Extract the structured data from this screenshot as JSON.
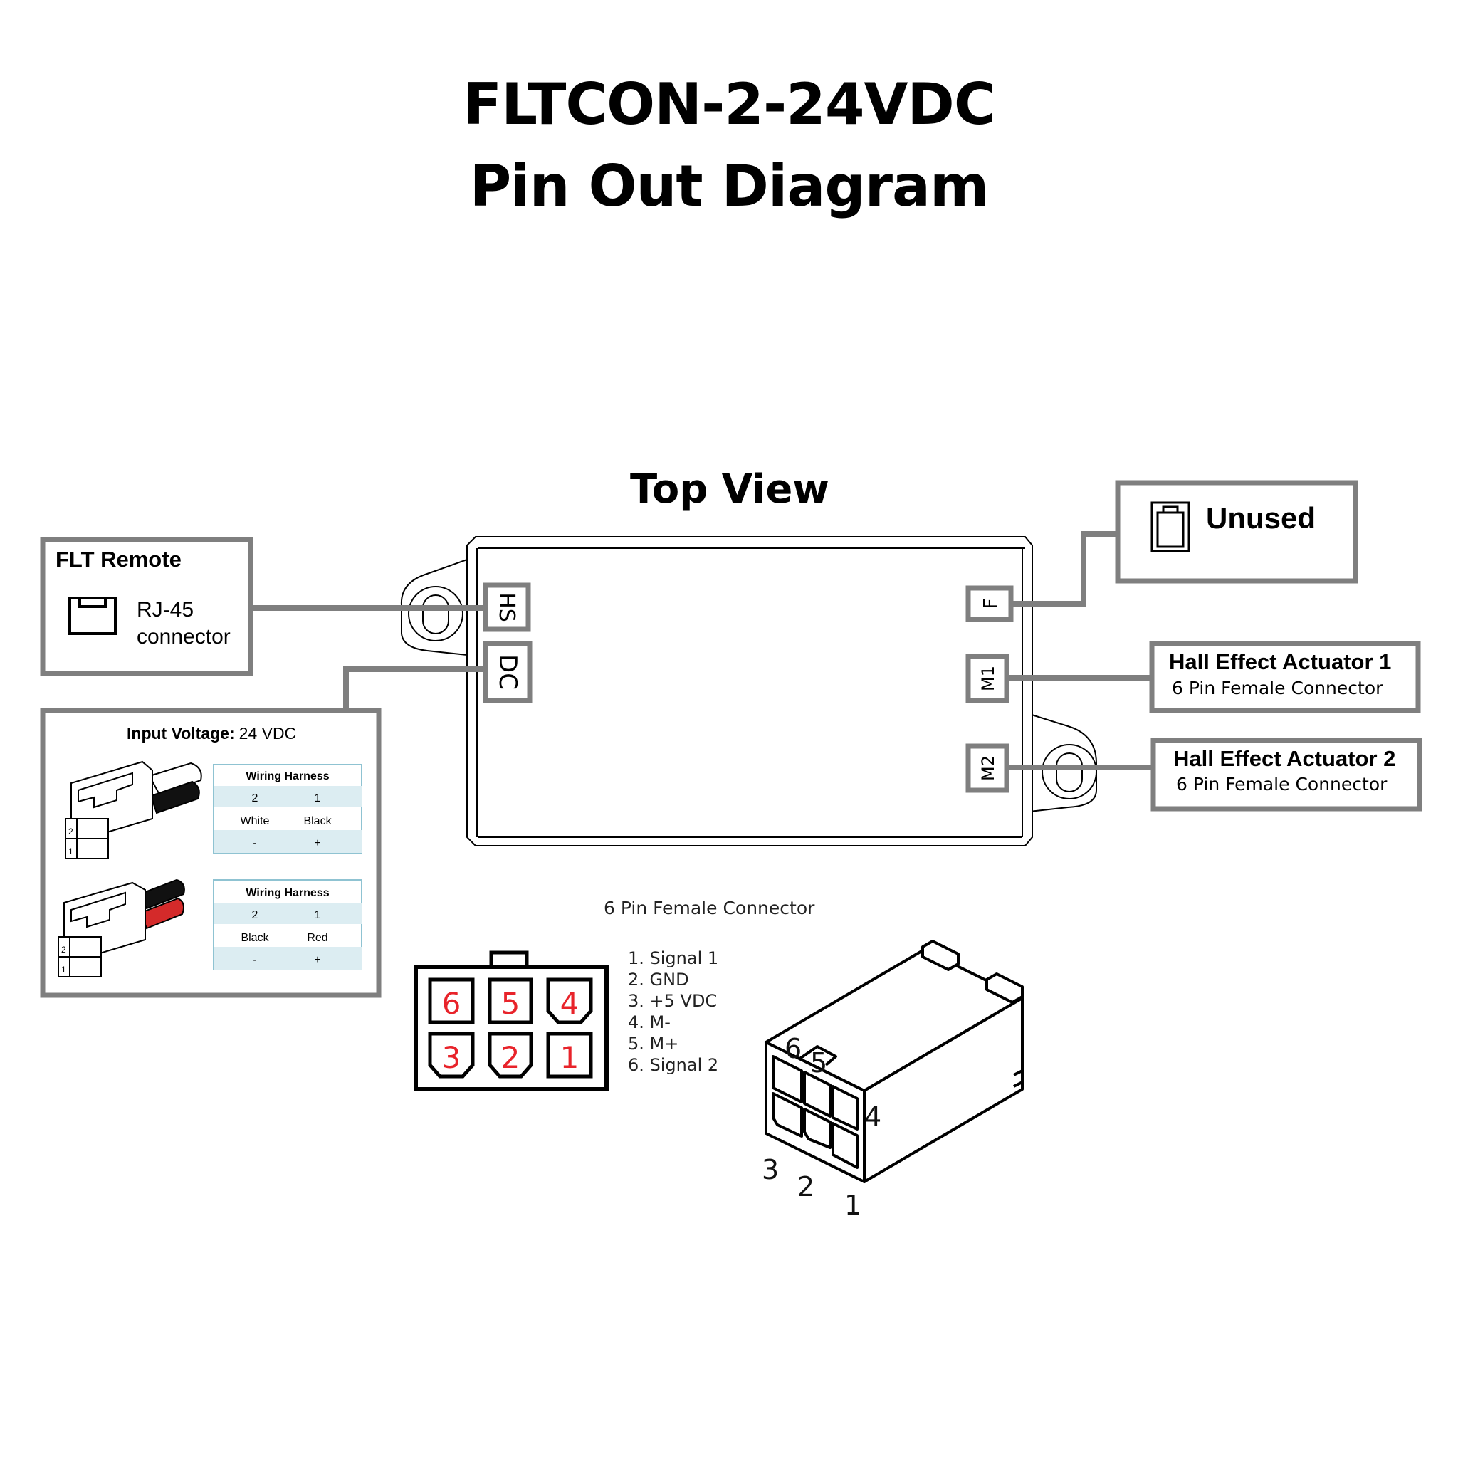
{
  "title_line1": "FLTCON-2-24VDC",
  "title_line2": "Pin Out Diagram",
  "top_view": "Top View",
  "ports": {
    "hs": "HS",
    "dc": "DC",
    "f": "F",
    "m1": "M1",
    "m2": "M2"
  },
  "flt_remote": {
    "title": "FLT Remote",
    "line1": "RJ-45",
    "line2": "connector"
  },
  "unused": "Unused",
  "actuator1": {
    "title": "Hall Effect Actuator 1",
    "subtitle": "6 Pin Female Connector"
  },
  "actuator2": {
    "title": "Hall Effect Actuator 2",
    "subtitle": "6 Pin Female Connector"
  },
  "input_voltage": {
    "label": "Input Voltage:",
    "value": "24 VDC"
  },
  "harness1": {
    "title": "Wiring Harness",
    "pins": [
      "2",
      "1"
    ],
    "colors": [
      "White",
      "Black"
    ],
    "polarity": [
      "-",
      "+"
    ],
    "connector_pins": [
      "2",
      "1"
    ]
  },
  "harness2": {
    "title": "Wiring Harness",
    "pins": [
      "2",
      "1"
    ],
    "colors": [
      "Black",
      "Red"
    ],
    "polarity": [
      "-",
      "+"
    ],
    "connector_pins": [
      "2",
      "1"
    ]
  },
  "pin_connector": {
    "title": "6 Pin Female Connector",
    "face_top": [
      "6",
      "5",
      "4"
    ],
    "face_bottom": [
      "3",
      "2",
      "1"
    ],
    "legend": [
      "1. Signal 1",
      "2. GND",
      "3. +5 VDC",
      "4. M-",
      "5. M+",
      "6. Signal 2"
    ],
    "iso_labels": {
      "p6": "6",
      "p5": "5",
      "p4": "4",
      "p3": "3",
      "p2": "2",
      "p1": "1"
    }
  },
  "colors": {
    "box_border": "#808080",
    "pin_red": "#e8232a",
    "table_fill": "#dcedf2",
    "table_border": "#8fc3d2",
    "wire_red": "#d42a2a"
  }
}
